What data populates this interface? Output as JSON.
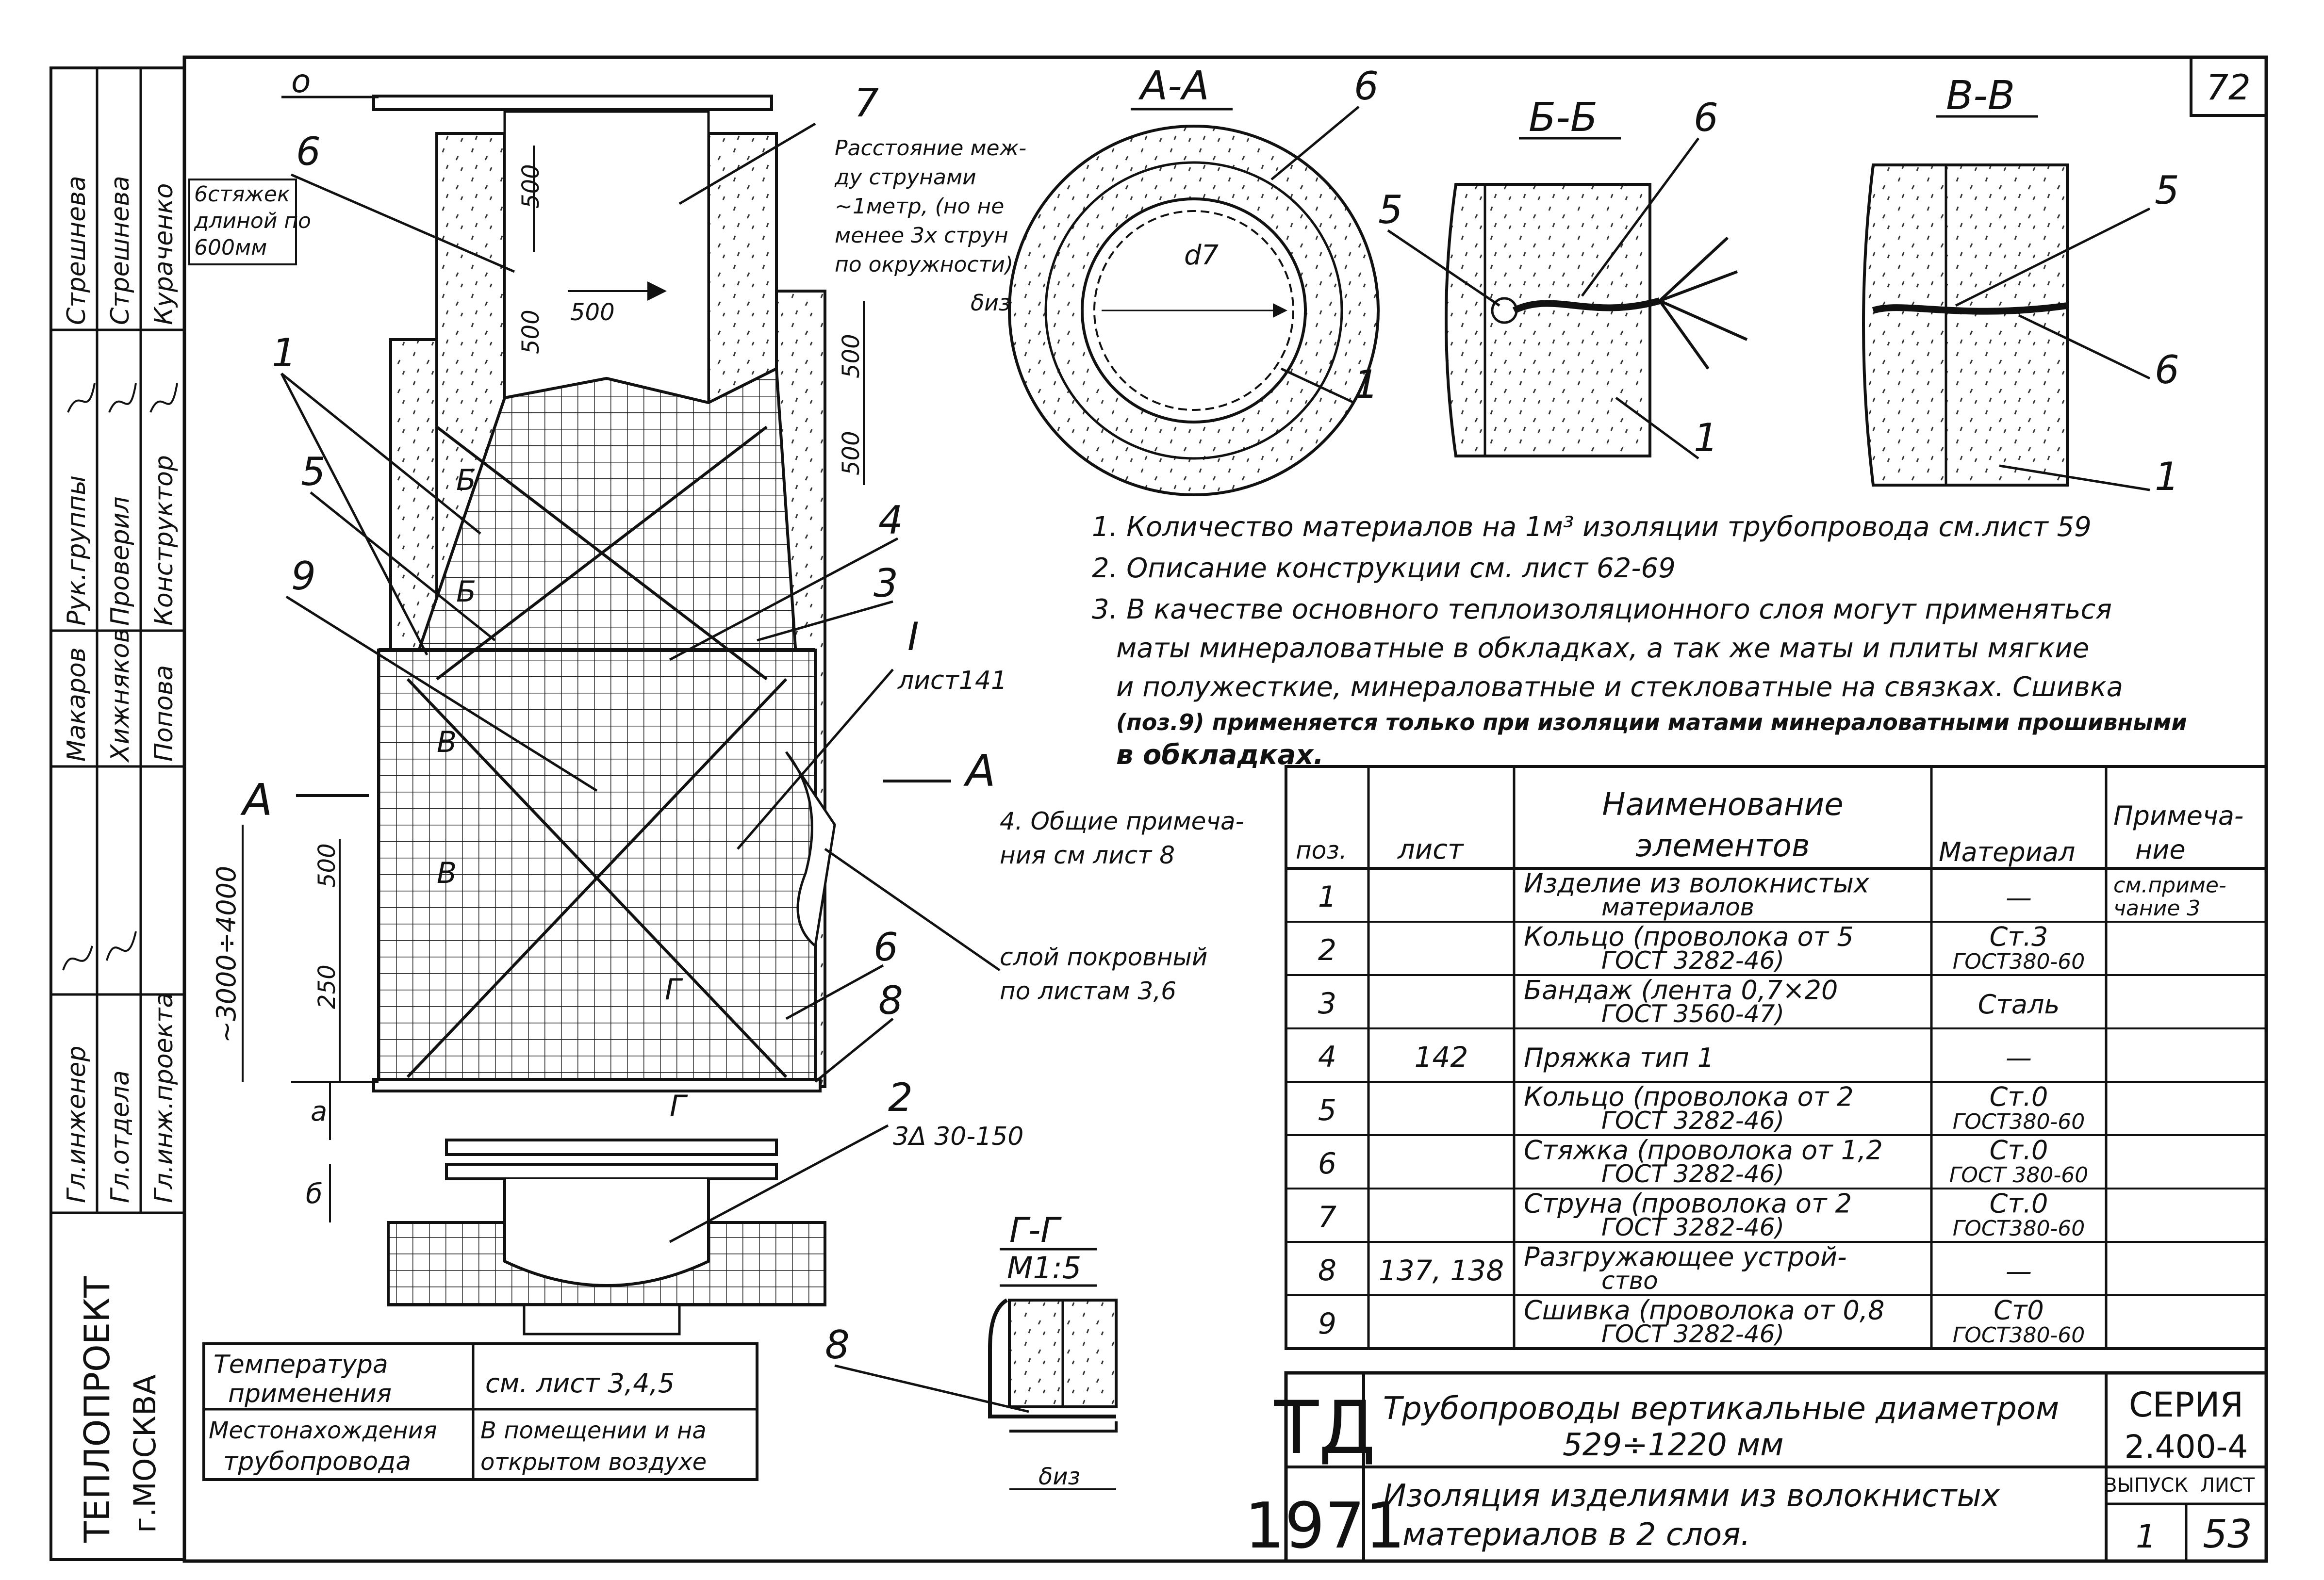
{
  "sheet": {
    "page_no": "72",
    "sheet_no": "53",
    "issue_no": "1"
  },
  "title_block": {
    "abbr": "ТД",
    "year": "1971",
    "title_line1": "Трубопроводы вертикальные диаметром",
    "title_line2": "529÷1220 мм",
    "subtitle_line1": "Изоляция изделиями из волокнистых",
    "subtitle_line2": "материалов в 2 слоя.",
    "series_label": "СЕРИЯ",
    "series_value": "2.400-4",
    "issue_label": "ВЫПУСК",
    "sheet_label": "ЛИСТ"
  },
  "stamp": {
    "roles": [
      "Гл.инженер",
      "Гл.отдела",
      "Гл.инж.проекта",
      "Рук.группы",
      "Проверил",
      "Конструктор"
    ],
    "names": [
      "Макаров",
      "Хижняков",
      "Попова",
      "Стрешнева",
      "Стрешнева",
      "Кураченко"
    ],
    "org_line1": "ТЕПЛОПРОЕКТ",
    "org_line2": "г.МОСКВА"
  },
  "callouts": {
    "n6a": "6",
    "n7": "7",
    "n1": "1",
    "n5": "5",
    "n9": "9",
    "n4": "4",
    "n3": "3",
    "n6b": "6",
    "n8": "8",
    "n2": "2",
    "n2_sub": "3Δ 30-150",
    "node_I": "I",
    "node_I_sheet": "лист141",
    "ties_1": "6стяжек",
    "ties_2": "длиной по",
    "ties_3": "600мм",
    "strings_1": "Расстояние меж-",
    "strings_2": "ду струнами",
    "strings_3": "~1метр, (но не",
    "strings_4": "менее 3х струн",
    "strings_5": "по окружности)",
    "cover_1": "слой покровный",
    "cover_2": "по листам 3,6",
    "common_notes_1": "4. Общие примеча-",
    "common_notes_2": "ния см лист 8",
    "section_mark": "А"
  },
  "dimensions": {
    "d500a": "500",
    "d500b": "500",
    "d500c": "500",
    "d500d": "500",
    "d500e": "500",
    "d250": "250",
    "dspan": "~3000÷4000",
    "da": "а",
    "db": "б",
    "d7": "d7",
    "biz": "δиз",
    "biz2": "δиз"
  },
  "sections": {
    "aa": "А-А",
    "bb": "Б-Б",
    "vv": "В-В",
    "gg": "Г-Г",
    "gg_scale": "М1:5",
    "aa_6": "6",
    "aa_1": "1",
    "bb_5": "5",
    "bb_6": "6",
    "bb_1": "1",
    "vv_5": "5",
    "vv_6": "6",
    "vv_1": "1",
    "gg_8": "8",
    "mark_b": "Б",
    "mark_v": "В",
    "mark_g": "Г"
  },
  "notes": [
    "1. Количество материалов на 1м³ изоляции трубопровода см.лист 59",
    "2. Описание конструкции см. лист 62-69",
    "3. В качестве основного теплоизоляционного слоя могут применяться",
    "маты минераловатные в обкладках, а так же маты и плиты мягкие",
    "и полужесткие, минераловатные и стекловатные на связках. Сшивка",
    "(поз.9) применяется только при изоляции матами минераловатными прошивными",
    "в обкладках."
  ],
  "spec_table": {
    "headers": {
      "pos": "поз.",
      "sheet": "лист",
      "name_1": "Наименование",
      "name_2": "элементов",
      "material": "Материал",
      "note_1": "Примеча-",
      "note_2": "ние"
    },
    "rows": [
      {
        "pos": "1",
        "sheet": "",
        "name": "Изделие из волокнистых",
        "name2": "материалов",
        "mat": "—",
        "mat2": "",
        "note": "см.приме-",
        "note2": "чание 3"
      },
      {
        "pos": "2",
        "sheet": "",
        "name": "Кольцо (проволока от 5",
        "name2": "ГОСТ 3282-46)",
        "mat": "Ст.3",
        "mat2": "ГОСТ380-60",
        "note": "",
        "note2": ""
      },
      {
        "pos": "3",
        "sheet": "",
        "name": "Бандаж (лента 0,7×20",
        "name2": "ГОСТ 3560-47)",
        "mat": "Сталь",
        "mat2": "",
        "note": "",
        "note2": ""
      },
      {
        "pos": "4",
        "sheet": "142",
        "name": "Пряжка тип 1",
        "name2": "",
        "mat": "—",
        "mat2": "",
        "note": "",
        "note2": ""
      },
      {
        "pos": "5",
        "sheet": "",
        "name": "Кольцо (проволока от 2",
        "name2": "ГОСТ 3282-46)",
        "mat": "Ст.0",
        "mat2": "ГОСТ380-60",
        "note": "",
        "note2": ""
      },
      {
        "pos": "6",
        "sheet": "",
        "name": "Стяжка (проволока от 1,2",
        "name2": "ГОСТ 3282-46)",
        "mat": "Ст.0",
        "mat2": "ГОСТ 380-60",
        "note": "",
        "note2": ""
      },
      {
        "pos": "7",
        "sheet": "",
        "name": "Струна (проволока от 2",
        "name2": "ГОСТ 3282-46)",
        "mat": "Ст.0",
        "mat2": "ГОСТ380-60",
        "note": "",
        "note2": ""
      },
      {
        "pos": "8",
        "sheet": "137, 138",
        "name": "Разгружающее устрой-",
        "name2": "ство",
        "mat": "—",
        "mat2": "",
        "note": "",
        "note2": ""
      },
      {
        "pos": "9",
        "sheet": "",
        "name": "Сшивка (проволока от 0,8",
        "name2": "ГОСТ 3282-46)",
        "mat": "Ст0",
        "mat2": "ГОСТ380-60",
        "note": "",
        "note2": ""
      }
    ]
  },
  "conditions": {
    "temp_label_1": "Температура",
    "temp_label_2": "применения",
    "temp_value": "см. лист 3,4,5",
    "place_label_1": "Местонахождения",
    "place_label_2": "трубопровода",
    "place_value_1": "В помещении и на",
    "place_value_2": "открытом воздухе"
  }
}
